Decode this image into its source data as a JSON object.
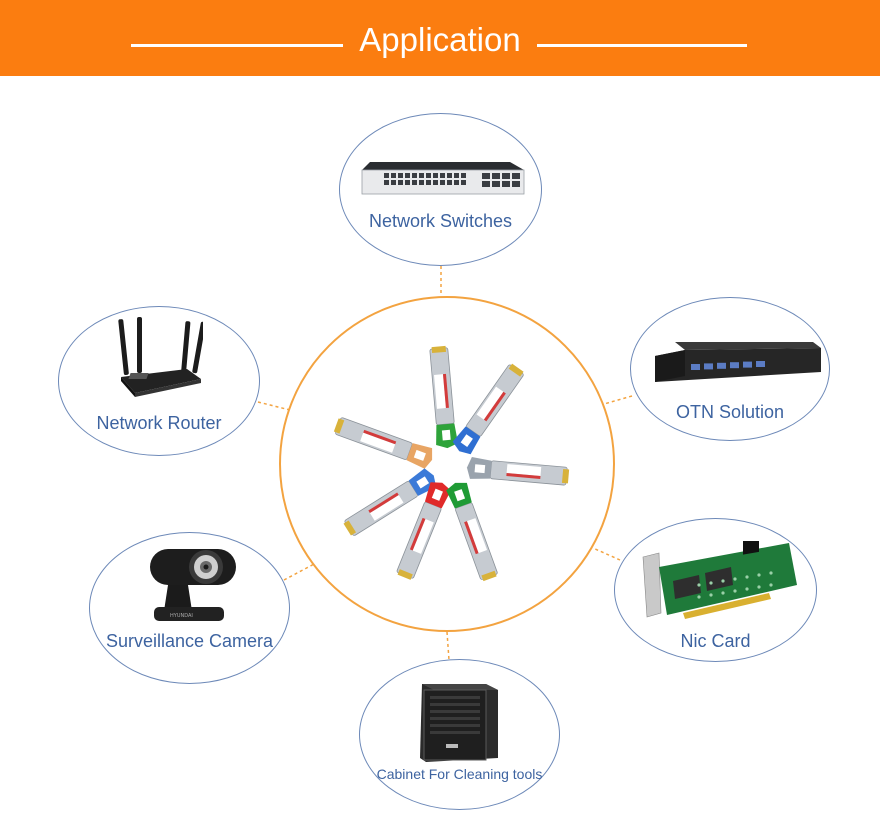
{
  "header": {
    "title": "Application"
  },
  "colors": {
    "accent": "#fb7d10",
    "bubble_border": "#6d89b8",
    "label": "#3d63a0",
    "hub_border": "#f3a340"
  },
  "applications": [
    {
      "id": "switch",
      "label": "Network Switches",
      "icon": "network-switch-icon"
    },
    {
      "id": "router",
      "label": "Network Router",
      "icon": "wifi-router-icon"
    },
    {
      "id": "otn",
      "label": "OTN Solution",
      "icon": "otn-chassis-icon"
    },
    {
      "id": "camera",
      "label": "Surveillance Camera",
      "icon": "webcam-icon"
    },
    {
      "id": "nic",
      "label": "Nic Card",
      "icon": "nic-card-icon"
    },
    {
      "id": "cabinet",
      "label": "Cabinet For Cleaning tools",
      "icon": "server-cabinet-icon"
    }
  ],
  "center": {
    "icon": "transceiver-modules-icon",
    "module_colors": [
      "#2ea33a",
      "#2f6fd2",
      "#e8a564",
      "#9aa3ad",
      "#3b7ad8",
      "#e02a2a",
      "#1f9b35"
    ]
  }
}
